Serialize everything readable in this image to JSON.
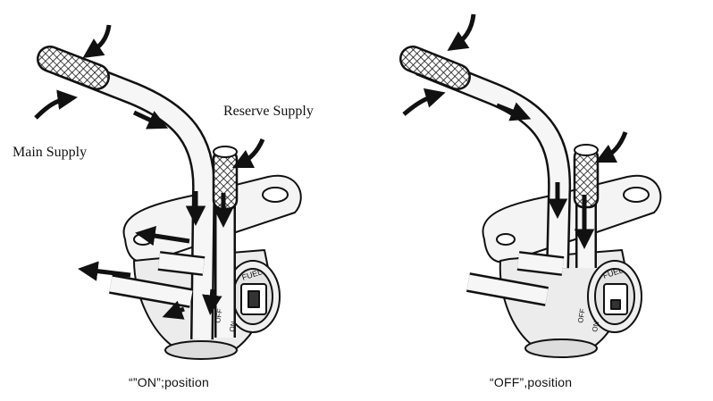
{
  "labels": {
    "main_supply": "Main Supply",
    "reserve_supply": "Reserve Supply"
  },
  "captions": {
    "on": "“”ON”;position",
    "off": "“OFF”,position"
  },
  "valve_markings": {
    "fuel": "FUEL",
    "off": "OFF",
    "on": "ON"
  },
  "colors": {
    "ink": "#111111",
    "background": "#ffffff"
  },
  "icons": [
    "flow-arrow-icon",
    "mesh-filter-icon"
  ]
}
